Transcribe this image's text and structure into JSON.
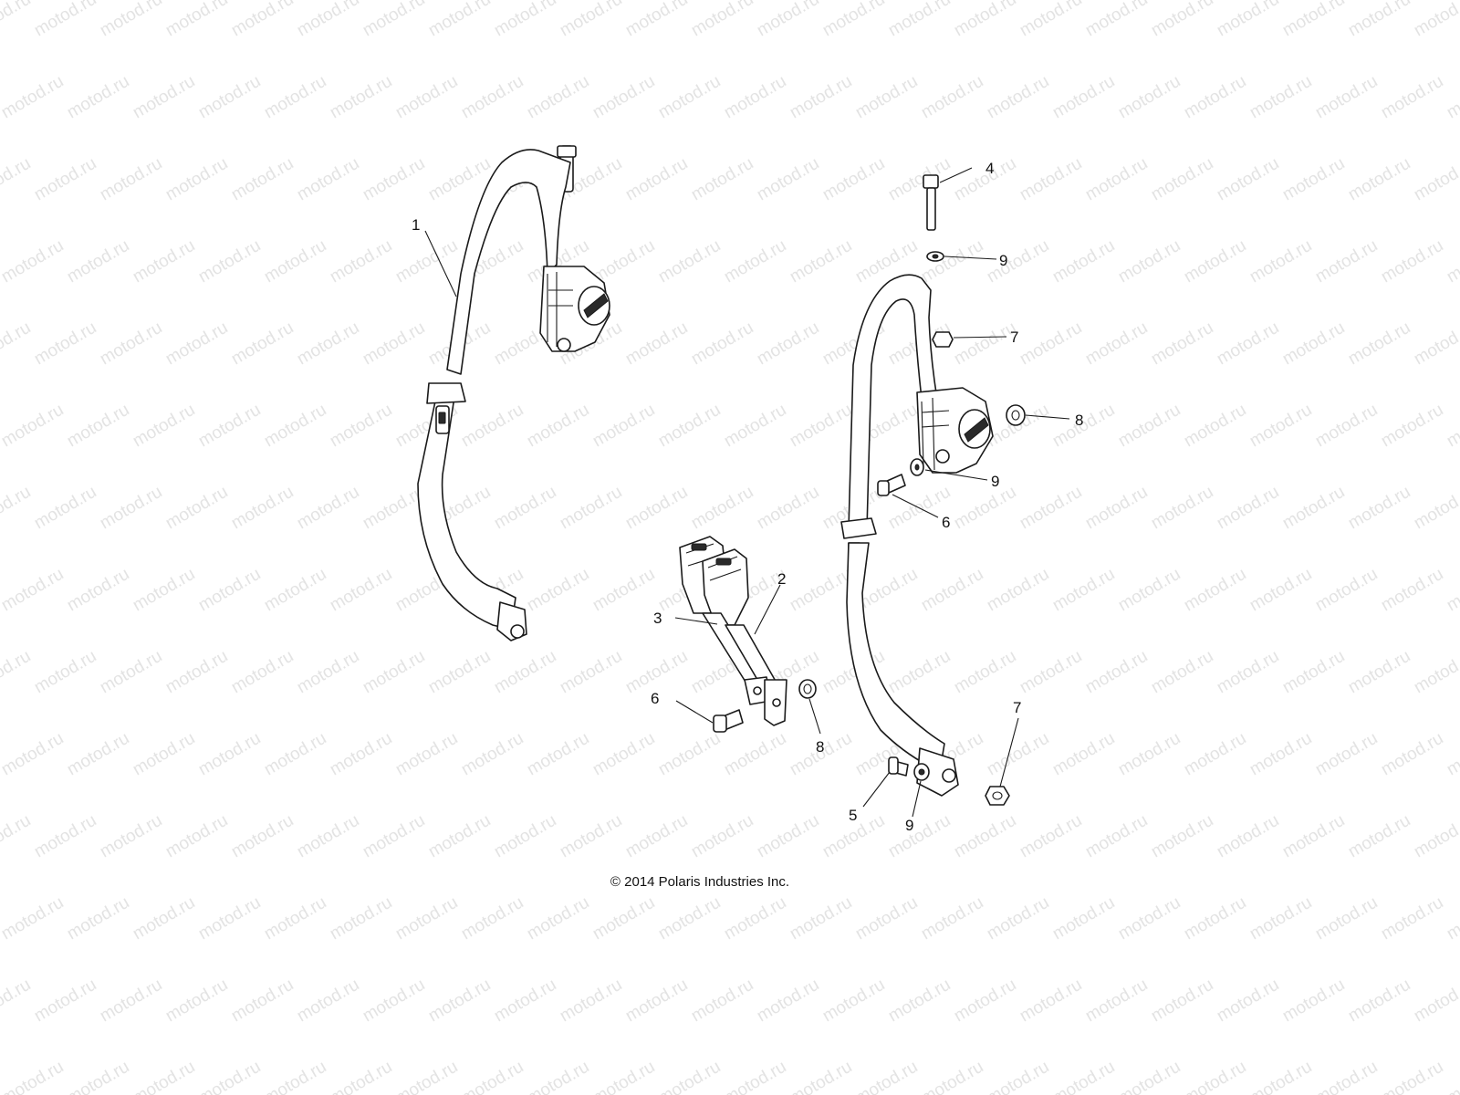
{
  "watermark": "motod.ru",
  "copyright": "© 2014 Polaris Industries Inc.",
  "callouts": [
    {
      "id": "c1",
      "label": "1"
    },
    {
      "id": "c2",
      "label": "2"
    },
    {
      "id": "c3",
      "label": "3"
    },
    {
      "id": "c4",
      "label": "4"
    },
    {
      "id": "c5",
      "label": "5"
    },
    {
      "id": "c6a",
      "label": "6"
    },
    {
      "id": "c6b",
      "label": "6"
    },
    {
      "id": "c7a",
      "label": "7"
    },
    {
      "id": "c7b",
      "label": "7"
    },
    {
      "id": "c8a",
      "label": "8"
    },
    {
      "id": "c8b",
      "label": "8"
    },
    {
      "id": "c9a",
      "label": "9"
    },
    {
      "id": "c9b",
      "label": "9"
    },
    {
      "id": "c9c",
      "label": "9"
    }
  ]
}
